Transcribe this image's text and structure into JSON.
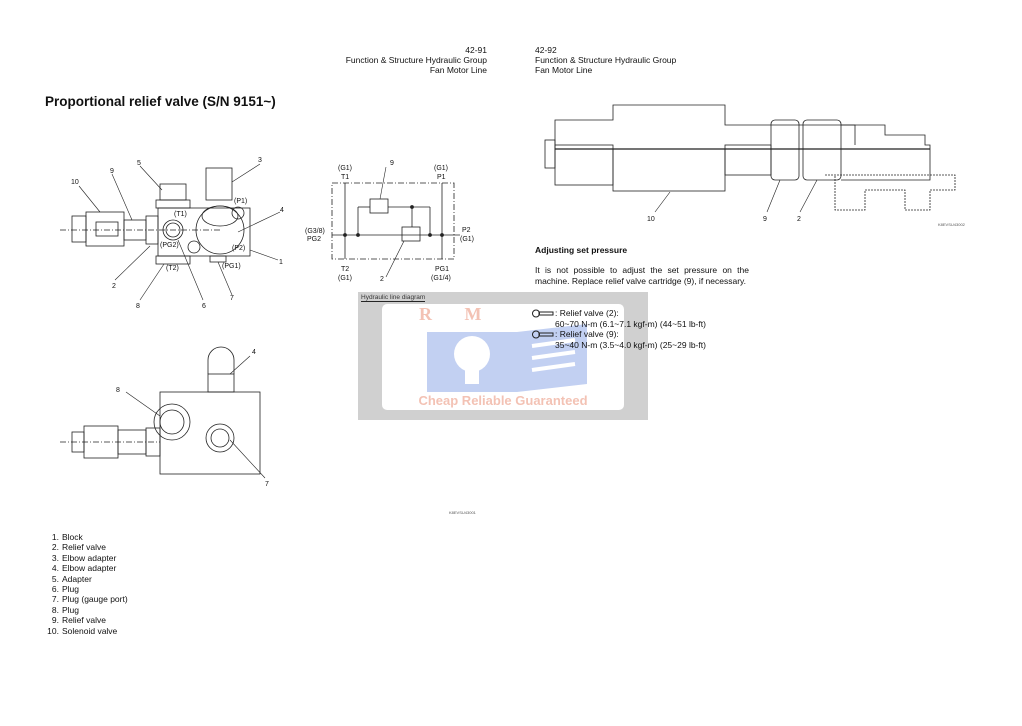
{
  "header_left": {
    "page": "42-91",
    "section": "Function & Structure Hydraulic Group",
    "subsection": "Fan Motor Line"
  },
  "header_right": {
    "page": "42-92",
    "section": "Function & Structure Hydraulic Group",
    "subsection": "Fan Motor Line"
  },
  "title": "Proportional relief valve (S/N 9151~)",
  "figure_top": {
    "callouts": [
      "10",
      "9",
      "5",
      "3",
      "4",
      "1",
      "2",
      "8",
      "6",
      "7"
    ],
    "ports": [
      "(T1)",
      "(P1)",
      "(PG2)",
      "(P2)",
      "(T2)",
      "(PG1)"
    ]
  },
  "schematic": {
    "labels": {
      "t1_size": "(G1)",
      "t1": "T1",
      "p1_size": "(G1)",
      "p1": "P1",
      "pg2_size": "(G3/8)",
      "pg2": "PG2",
      "p2": "P2",
      "p2_size": "(G1)",
      "t2": "T2",
      "t2_size": "(G1)",
      "pg1": "PG1",
      "pg1_size": "(G1/4)",
      "c9": "9",
      "c2": "2"
    },
    "caption": "Hydraulic line diagram"
  },
  "figure_bottom": {
    "callouts": [
      "4",
      "8",
      "7"
    ]
  },
  "figure_code_left": "K8EVSU43001",
  "figure_code_right": "K8EVSU43002",
  "figure_right": {
    "callouts": [
      "10",
      "9",
      "2"
    ]
  },
  "parts_list": [
    {
      "num": "1.",
      "name": "Block"
    },
    {
      "num": "2.",
      "name": "Relief valve"
    },
    {
      "num": "3.",
      "name": "Elbow adapter"
    },
    {
      "num": "4.",
      "name": "Elbow adapter"
    },
    {
      "num": "5.",
      "name": "Adapter"
    },
    {
      "num": "6.",
      "name": "Plug"
    },
    {
      "num": "7.",
      "name": "Plug (gauge port)"
    },
    {
      "num": "8.",
      "name": "Plug"
    },
    {
      "num": "9.",
      "name": "Relief valve"
    },
    {
      "num": "10.",
      "name": "Solenoid valve"
    }
  ],
  "adjusting": {
    "title": "Adjusting set pressure",
    "text": "It is not possible to adjust the set pressure on the machine.  Replace relief valve cartridge (9), if necessary.",
    "torques": [
      {
        "label": ": Relief valve (2):",
        "value": "60~70 N-m (6.1~7.1 kgf-m) (44~51 lb-ft)"
      },
      {
        "label": ": Relief valve (9):",
        "value": "35~40 N-m (3.5~4.0 kgf-m) (25~29 lb-ft)"
      }
    ]
  },
  "watermark": {
    "letters": "R M",
    "slogan": "Cheap Reliable Guaranteed"
  },
  "colors": {
    "watermark_blue": "#b8c8f0",
    "watermark_red": "#f2b8a8",
    "watermark_gray": "#c8c8c8"
  }
}
